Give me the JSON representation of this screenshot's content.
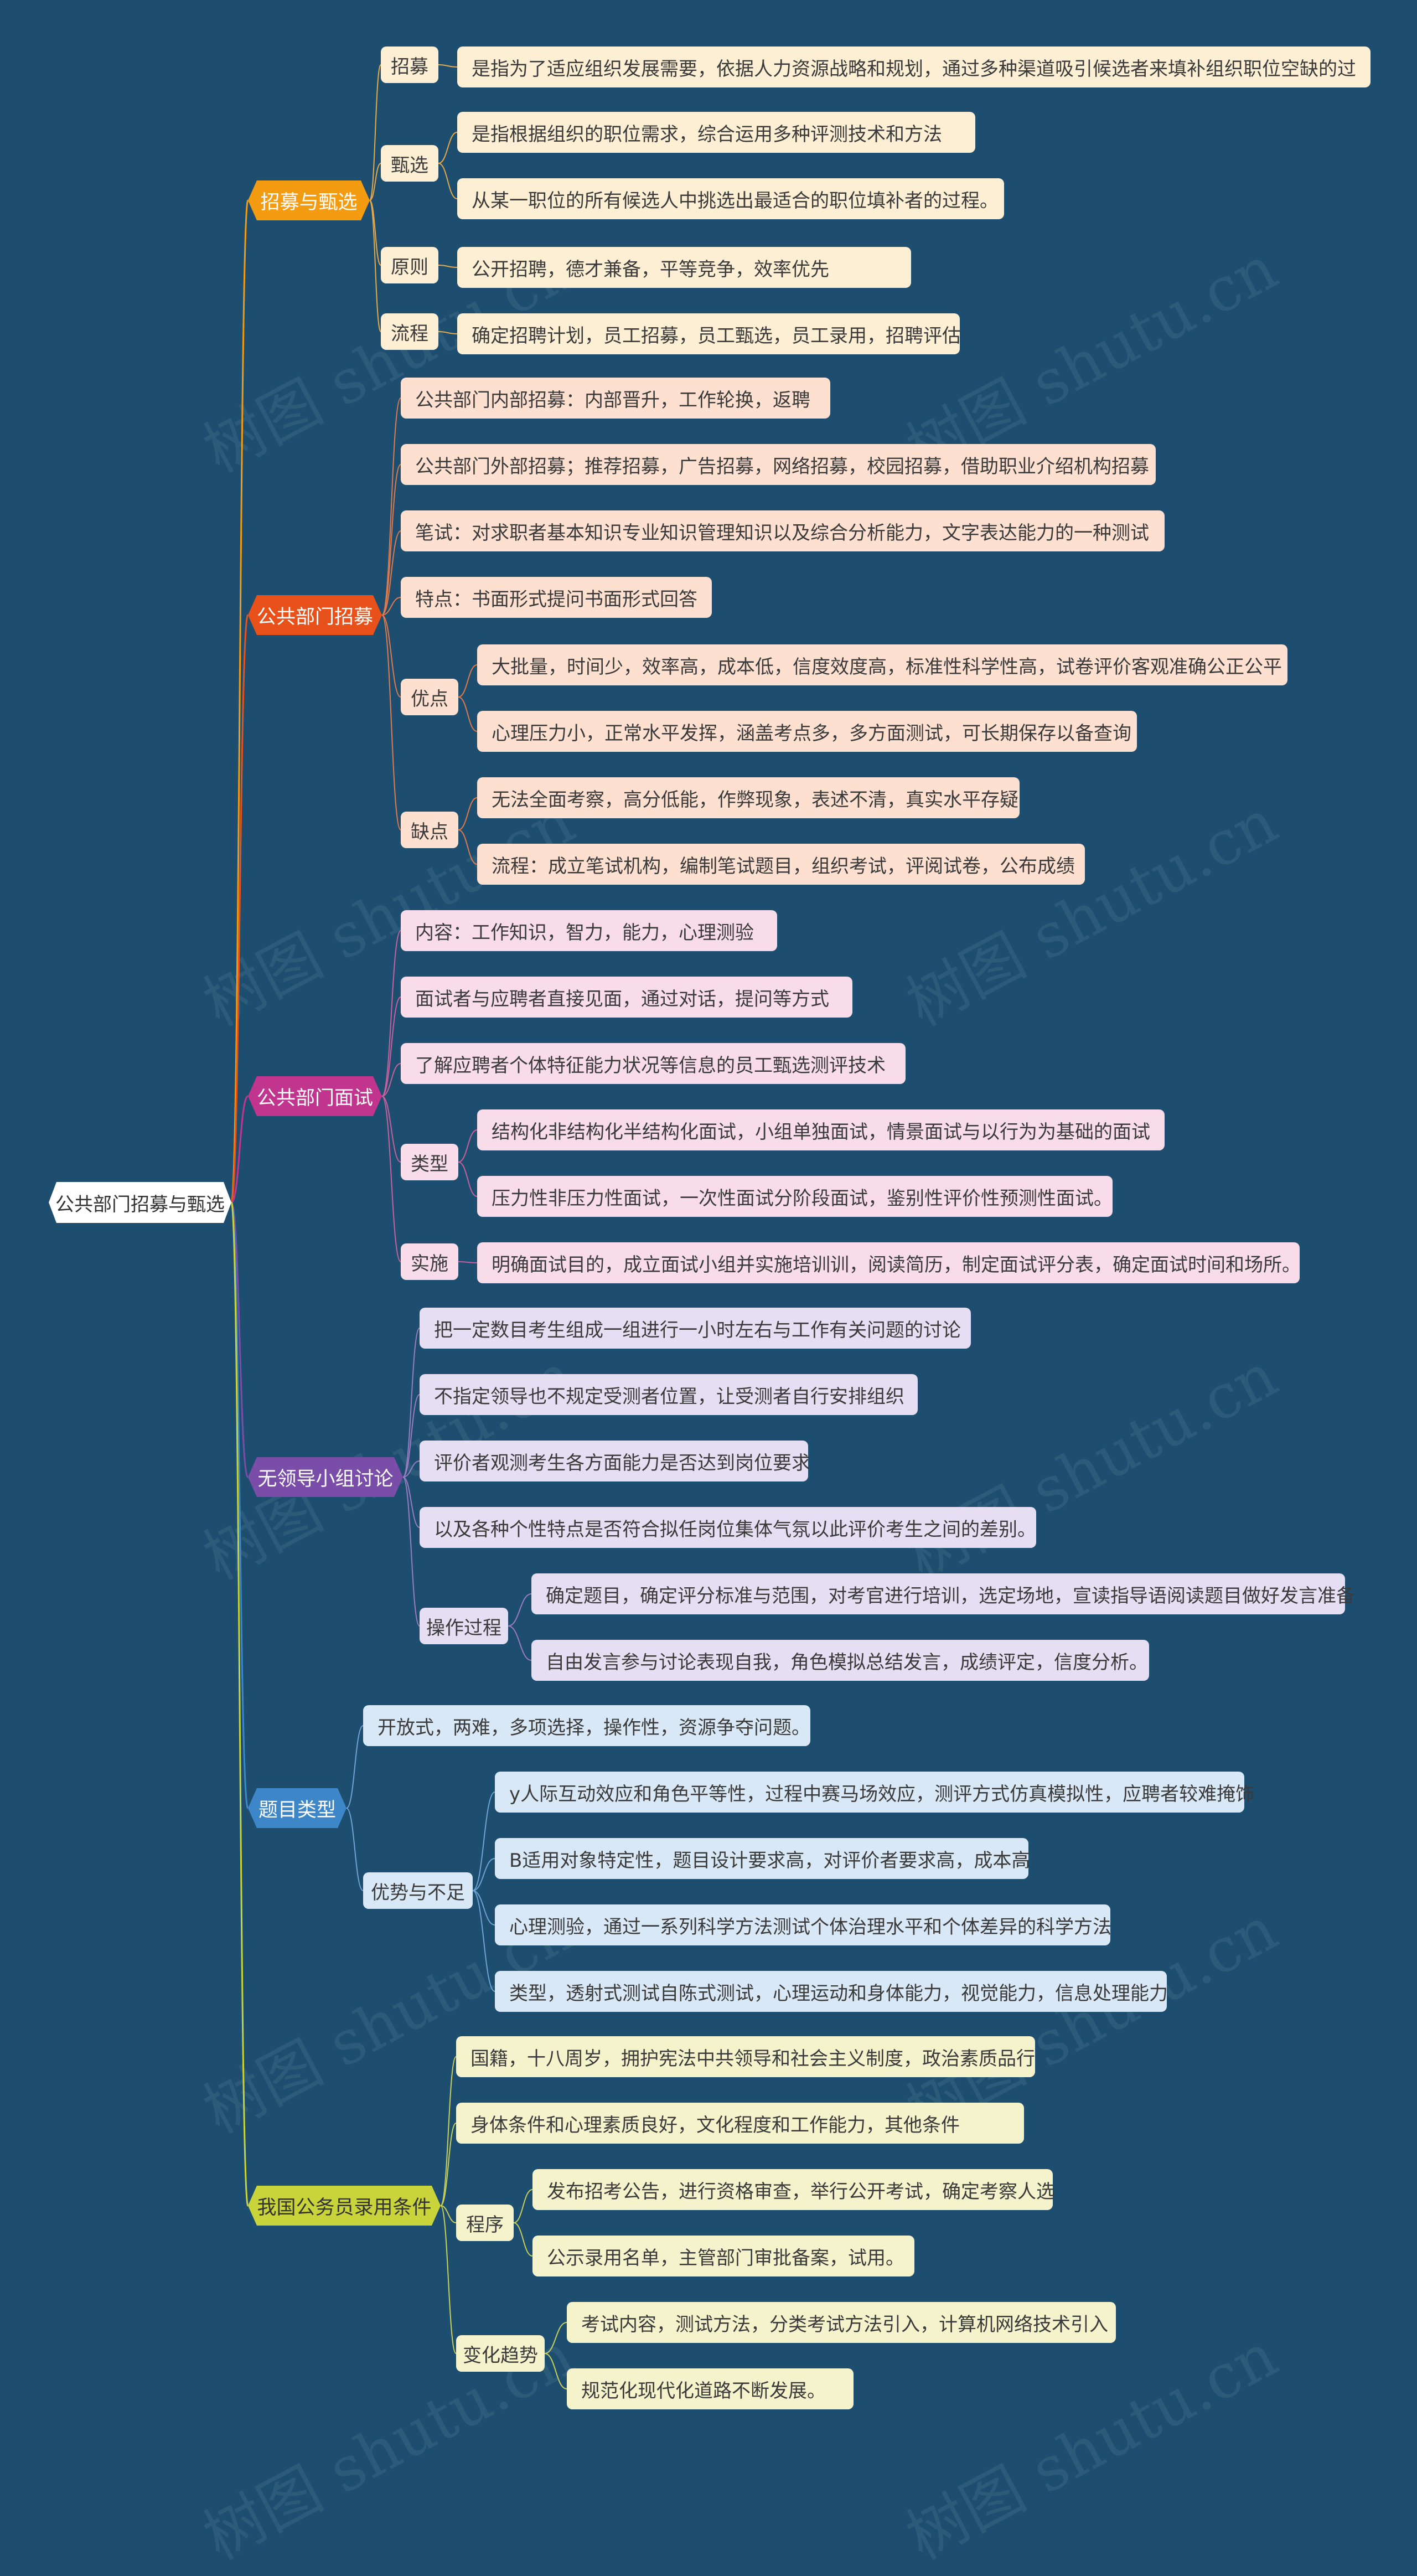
{
  "root": {
    "label": "公共部门招募与甄选"
  },
  "colors": {
    "b0": "#f39c12",
    "b1": "#e8521a",
    "b2": "#c2358e",
    "b3": "#7a4ea8",
    "b4": "#3d87c9",
    "b5": "#c8d43a",
    "b5_text": "#333333"
  },
  "branches": [
    {
      "label": "招募与甄选",
      "children": [
        {
          "label": "招募",
          "leaves": [
            "是指为了适应组织发展需要，依据人力资源战略和规划，通过多种渠道吸引候选者来填补组织职位空缺的过"
          ]
        },
        {
          "label": "甄选",
          "leaves": [
            "是指根据组织的职位需求，综合运用多种评测技术和方法",
            "从某一职位的所有候选人中挑选出最适合的职位填补者的过程。"
          ]
        },
        {
          "label": "原则",
          "leaves": [
            "公开招聘，德才兼备，平等竞争，效率优先"
          ]
        },
        {
          "label": "流程",
          "leaves": [
            "确定招聘计划，员工招募，员工甄选，员工录用，招聘评估"
          ]
        }
      ]
    },
    {
      "label": "公共部门招募",
      "children": [
        {
          "label": "公共部门内部招募：内部晋升，工作轮换，返聘"
        },
        {
          "label": "公共部门外部招募；推荐招募，广告招募，网络招募，校园招募，借助职业介绍机构招募"
        },
        {
          "label": "笔试：对求职者基本知识专业知识管理知识以及综合分析能力，文字表达能力的一种测试"
        },
        {
          "label": "特点：书面形式提问书面形式回答"
        },
        {
          "label": "优点",
          "leaves": [
            "大批量，时间少，效率高，成本低，信度效度高，标准性科学性高，试卷评价客观准确公正公平",
            "心理压力小，正常水平发挥，涵盖考点多，多方面测试，可长期保存以备查询"
          ]
        },
        {
          "label": "缺点",
          "leaves": [
            "无法全面考察，高分低能，作弊现象，表述不清，真实水平存疑",
            "流程：成立笔试机构，编制笔试题目，组织考试，评阅试卷，公布成绩"
          ]
        }
      ]
    },
    {
      "label": "公共部门面试",
      "children": [
        {
          "label": "内容：工作知识，智力，能力，心理测验"
        },
        {
          "label": "面试者与应聘者直接见面，通过对话，提问等方式"
        },
        {
          "label": "了解应聘者个体特征能力状况等信息的员工甄选测评技术"
        },
        {
          "label": "类型",
          "leaves": [
            "结构化非结构化半结构化面试，小组单独面试，情景面试与以行为为基础的面试",
            "压力性非压力性面试，一次性面试分阶段面试，鉴别性评价性预测性面试。"
          ]
        },
        {
          "label": "实施",
          "leaves": [
            "明确面试目的，成立面试小组并实施培训训，阅读简历，制定面试评分表，确定面试时间和场所。"
          ]
        }
      ]
    },
    {
      "label": "无领导小组讨论",
      "children": [
        {
          "label": "把一定数目考生组成一组进行一小时左右与工作有关问题的讨论"
        },
        {
          "label": "不指定领导也不规定受测者位置，让受测者自行安排组织"
        },
        {
          "label": "评价者观测考生各方面能力是否达到岗位要求"
        },
        {
          "label": "以及各种个性特点是否符合拟任岗位集体气氛以此评价考生之间的差别。"
        },
        {
          "label": "操作过程",
          "leaves": [
            "确定题目，确定评分标准与范围，对考官进行培训，选定场地，宣读指导语阅读题目做好发言准备",
            "自由发言参与讨论表现自我，角色模拟总结发言，成绩评定，信度分析。"
          ]
        }
      ]
    },
    {
      "label": "题目类型",
      "children": [
        {
          "label": "开放式，两难，多项选择，操作性，资源争夺问题。"
        },
        {
          "label": "优势与不足",
          "leaves": [
            "y人际互动效应和角色平等性，过程中赛马场效应，测评方式仿真模拟性，应聘者较难掩饰",
            "B适用对象特定性，题目设计要求高，对评价者要求高，成本高",
            "心理测验，通过一系列科学方法测试个体治理水平和个体差异的科学方法",
            "类型，透射式测试自陈式测试，心理运动和身体能力，视觉能力，信息处理能力"
          ]
        }
      ]
    },
    {
      "label": "我国公务员录用条件",
      "children": [
        {
          "label": "国籍，十八周岁，拥护宪法中共领导和社会主义制度，政治素质品行"
        },
        {
          "label": "身体条件和心理素质良好，文化程度和工作能力，其他条件"
        },
        {
          "label": "程序",
          "leaves": [
            "发布招考公告，进行资格审查，举行公开考试，确定考察人选",
            "公示录用名单，主管部门审批备案，试用。"
          ]
        },
        {
          "label": "变化趋势",
          "leaves": [
            "考试内容，测试方法，分类考试方法引入，计算机网络技术引入",
            "规范化现代化道路不断发展。"
          ]
        }
      ]
    }
  ],
  "watermark": "树图 shutu.cn"
}
